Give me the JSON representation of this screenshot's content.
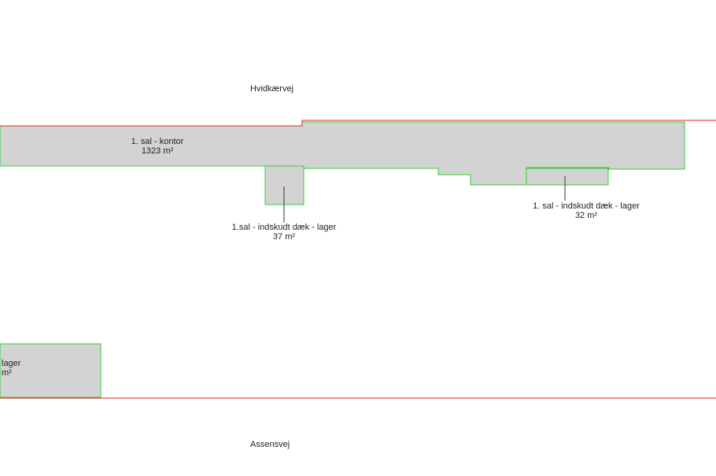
{
  "streets": {
    "north": "Hvidkærvej",
    "south": "Assensvej"
  },
  "areas": {
    "office": {
      "name": "1. sal - kontor",
      "size": "1323 m²"
    },
    "mezzanine_a": {
      "name": "1.sal - indskudt dæk - lager",
      "size": "37 m²"
    },
    "mezzanine_b": {
      "name": "1. sal - indskudt dæk - lager",
      "size": "32 m²"
    },
    "storage_partial": {
      "name": "lager",
      "size": "m²"
    }
  },
  "colors": {
    "fill": "#d3d3d3",
    "area_outline": "#33cc33",
    "property_line": "#e02020",
    "leader": "#333333",
    "background": "#ffffff"
  }
}
